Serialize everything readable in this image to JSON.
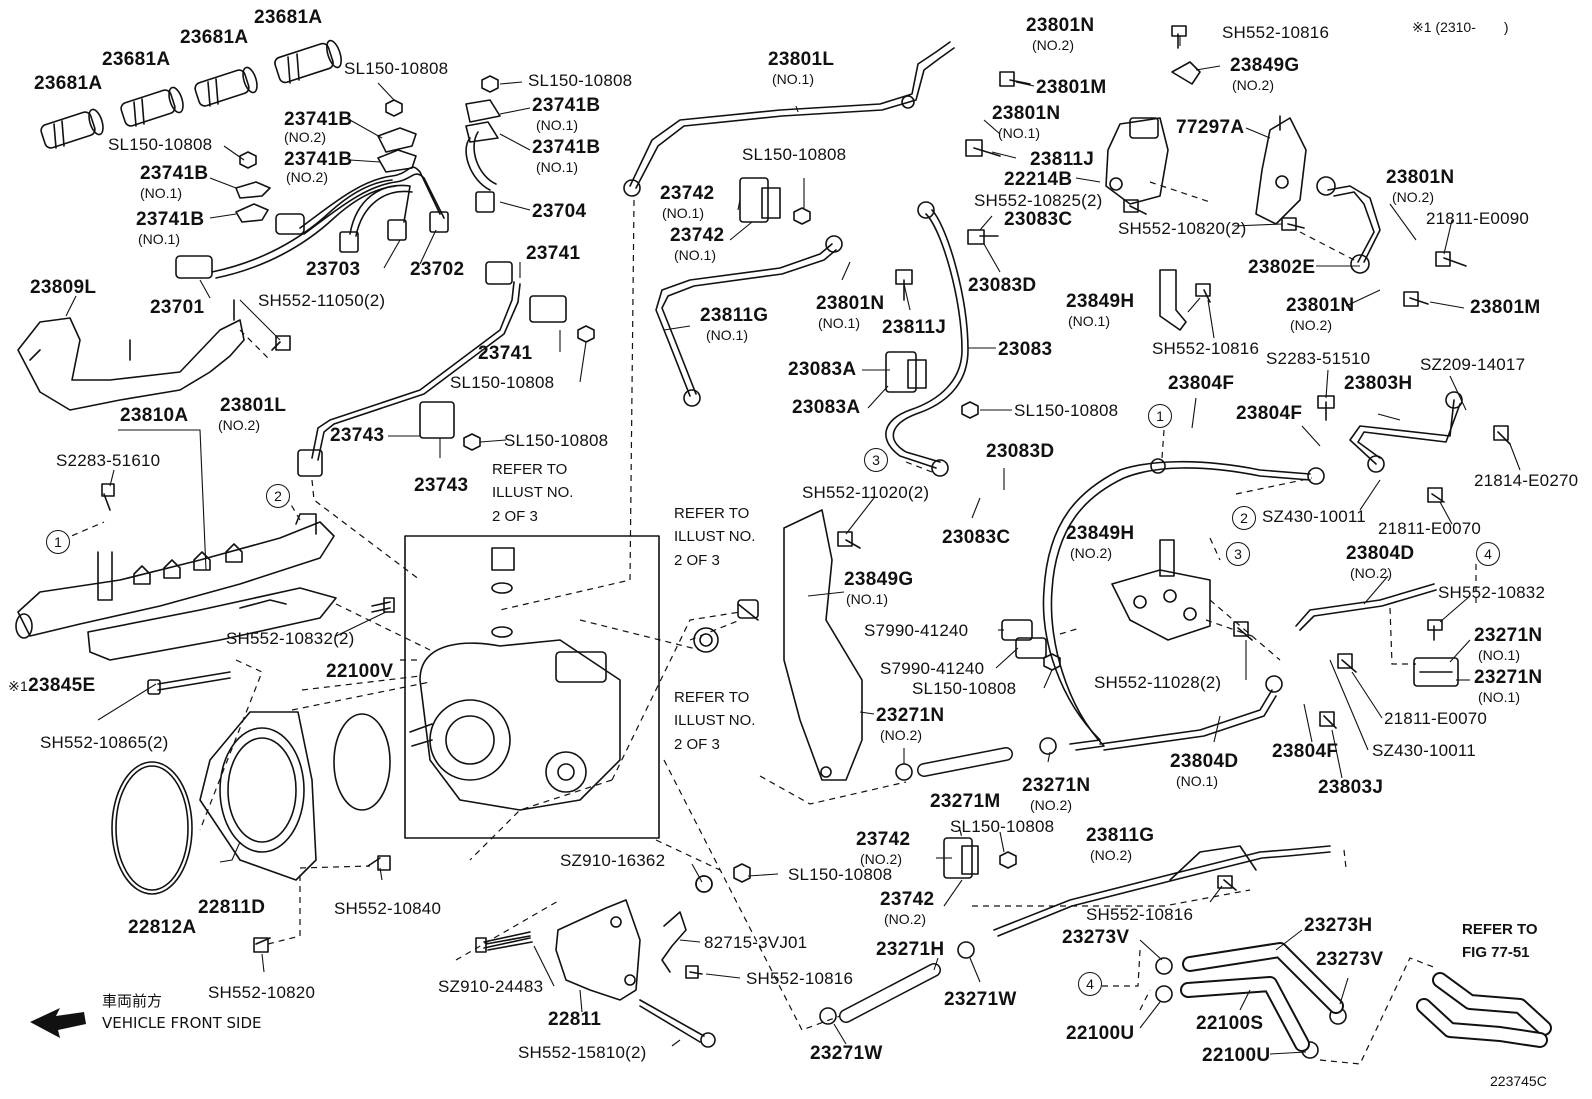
{
  "diagram": {
    "illustration_id": "223745C",
    "footnote_marker": "※1",
    "footnote_range": "※1 (2310-　　)",
    "direction": {
      "label_jp": "車両前方",
      "label_en": "VEHICLE FRONT SIDE"
    },
    "callouts": [
      "1",
      "2",
      "3",
      "4"
    ],
    "references": {
      "illust_2of3_top": "REFER TO\nILLUST NO.\n2 OF 3",
      "illust_2of3_right_a": "REFER TO\nILLUST NO.\n2 OF 3",
      "illust_2of3_right_b": "REFER TO\nILLUST NO.\n2 OF 3",
      "fig_77_51": "REFER TO\nFIG 77-51"
    },
    "labels": {
      "p23681A_1": "23681A",
      "p23681A_2": "23681A",
      "p23681A_3": "23681A",
      "p23681A_4": "23681A",
      "sl150_1": "SL150-10808",
      "sl150_2": "SL150-10808",
      "sl150_3": "SL150-10808",
      "p23741B_1": "23741B",
      "p23741B_1s": "(NO.2)",
      "p23741B_2": "23741B",
      "p23741B_2s": "(NO.2)",
      "p23741B_3": "23741B",
      "p23741B_3s": "(NO.1)",
      "p23741B_4": "23741B",
      "p23741B_4s": "(NO.1)",
      "p23741B_5": "23741B",
      "p23741B_5s": "(NO.1)",
      "p23741B_6": "23741B",
      "p23741B_6s": "(NO.1)",
      "p23704": "23704",
      "p23703": "23703",
      "p23702": "23702",
      "p23701": "23701",
      "p23809L": "23809L",
      "sh552_11050": "SH552-11050(2)",
      "p23810A": "23810A",
      "s2283_51610": "S2283-51610",
      "p23741_a": "23741",
      "p23741_b": "23741",
      "sl150_4": "SL150-10808",
      "p23801L_2": "23801L",
      "p23801L_2s": "(NO.2)",
      "p23743_a": "23743",
      "p23743_b": "23743",
      "sl150_5": "SL150-10808",
      "p23845E": "23845E",
      "sh552_10832_2": "SH552-10832(2)",
      "p22100V": "22100V",
      "sh552_10865": "SH552-10865(2)",
      "p22812A": "22812A",
      "p22811D": "22811D",
      "sh552_10840": "SH552-10840",
      "sh552_10820": "SH552-10820",
      "p23801L_1": "23801L",
      "p23801L_1s": "(NO.1)",
      "sl150_6": "SL150-10808",
      "p23742_1": "23742",
      "p23742_1s": "(NO.1)",
      "p23742_2": "23742",
      "p23742_2s": "(NO.1)",
      "p23811G_1": "23811G",
      "p23811G_1s": "(NO.1)",
      "p23801N_a": "23801N",
      "p23801N_as": "(NO.2)",
      "p23801M_a": "23801M",
      "p23801N_b": "23801N",
      "p23801N_bs": "(NO.1)",
      "p23811J_a": "23811J",
      "p22214B": "22214B",
      "sh552_10825": "SH552-10825(2)",
      "p23083C_a": "23083C",
      "p23083D_a": "23083D",
      "p23801N_c": "23801N",
      "p23801N_cs": "(NO.1)",
      "p23811J_b": "23811J",
      "p23083": "23083",
      "p23083A_a": "23083A",
      "p23083A_b": "23083A",
      "sl150_7": "SL150-10808",
      "p23083D_b": "23083D",
      "p23083C_b": "23083C",
      "sh552_11020": "SH552-11020(2)",
      "p23849G_1": "23849G",
      "p23849G_1s": "(NO.1)",
      "s7990_a": "S7990-41240",
      "s7990_b": "S7990-41240",
      "sl150_8": "SL150-10808",
      "p23271N_a": "23271N",
      "p23271N_as": "(NO.2)",
      "p23271M": "23271M",
      "p23271N_b": "23271N",
      "p23271N_bs": "(NO.2)",
      "sh552_10816_a": "SH552-10816",
      "p23849G_2": "23849G",
      "p23849G_2s": "(NO.2)",
      "p77297A": "77297A",
      "sh552_10820_2": "SH552-10820(2)",
      "p23801N_d": "23801N",
      "p23801N_ds": "(NO.2)",
      "p21811_e0090": "21811-E0090",
      "p23802E": "23802E",
      "p23801N_e": "23801N",
      "p23801N_es": "(NO.2)",
      "p23801M_b": "23801M",
      "p23849H_a": "23849H",
      "p23849H_as": "(NO.1)",
      "sh552_10816_b": "SH552-10816",
      "s2283_51510": "S2283-51510",
      "sz209_14017": "SZ209-14017",
      "p23804F_a": "23804F",
      "p23804F_b": "23804F",
      "p23803H": "23803H",
      "p21814_e0270": "21814-E0270",
      "sz430_10011_a": "SZ430-10011",
      "p21811_e0070_a": "21811-E0070",
      "p23849H_b": "23849H",
      "p23849H_bs": "(NO.2)",
      "p23804D_a": "23804D",
      "p23804D_as": "(NO.2)",
      "sh552_10832": "SH552-10832",
      "p23271N_c": "23271N",
      "p23271N_cs": "(NO.1)",
      "p23271N_d": "23271N",
      "p23271N_ds": "(NO.1)",
      "sh552_11028": "SH552-11028(2)",
      "p21811_e0070_b": "21811-E0070",
      "sz430_10011_b": "SZ430-10011",
      "p23804D_b": "23804D",
      "p23804D_bs": "(NO.1)",
      "p23804F_c": "23804F",
      "p23803J": "23803J",
      "sz910_16362": "SZ910-16362",
      "sl150_9": "SL150-10808",
      "p82715": "82715-3VJ01",
      "sh552_10816_c": "SH552-10816",
      "sz910_24483": "SZ910-24483",
      "p22811": "22811",
      "sh552_15810": "SH552-15810(2)",
      "p23742_3": "23742",
      "p23742_3s": "(NO.2)",
      "sl150_10": "SL150-10808",
      "p23742_4": "23742",
      "p23742_4s": "(NO.2)",
      "p23271H": "23271H",
      "p23271W_a": "23271W",
      "p23271W_b": "23271W",
      "p23811G_2": "23811G",
      "p23811G_2s": "(NO.2)",
      "sh552_10816_d": "SH552-10816",
      "p23273V_a": "23273V",
      "p23273H": "23273H",
      "p23273V_b": "23273V",
      "p22100U_a": "22100U",
      "p22100S": "22100S",
      "p22100U_b": "22100U",
      "sh552_10816_top": "SH552-10816"
    }
  }
}
